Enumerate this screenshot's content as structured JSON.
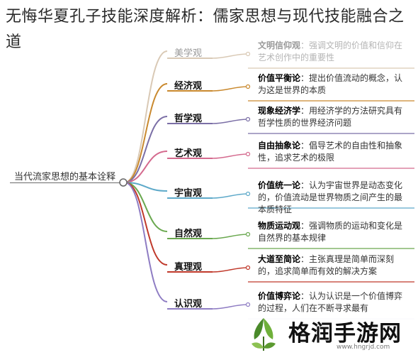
{
  "title": "无悔华夏孔子技能深度解析：儒家思想与现代技能融合之道",
  "root_label": "当代流家思想的基本诠释",
  "branches": [
    {
      "topic": "美学观",
      "key": "文明信仰观",
      "text": "：强调文明的价值和信仰在艺术创作中的重要性",
      "color": "#d9c9b5"
    },
    {
      "topic": "经济观",
      "key": "价值平衡论",
      "text": "：提出价值流动的概念，认为这是世界的本质",
      "color": "#c9892e"
    },
    {
      "topic": "哲学观",
      "key": "现象经济学",
      "text": "：用经济学的方法研究具有哲学性质的世界经济问题",
      "color": "#7b6fa6"
    },
    {
      "topic": "艺术观",
      "key": "自由抽象论",
      "text": "：倡导艺术的自由性和抽象性，追求艺术的极限",
      "color": "#d46a8e"
    },
    {
      "topic": "宇宙观",
      "key": "价值统一论",
      "text": "：认为宇宙世界是动态变化的，价值流动是世界物质之间产生的最本质特征",
      "color": "#5da9c9"
    },
    {
      "topic": "自然观",
      "key": "物质运动观",
      "text": "：强调物质的运动和变化是自然界的基本规律",
      "color": "#6aa84f"
    },
    {
      "topic": "真理观",
      "key": "大道至简论",
      "text": "：主张真理是简单而深刻的，追求简单而有效的解决方案",
      "color": "#c0392b"
    },
    {
      "topic": "认识观",
      "key": "价值博弈论",
      "text": "：认为认识是一个价值博弈的过程，人们在不断寻求最有",
      "color": "#8e7cc3"
    }
  ],
  "watermark": {
    "text": "格润手游网",
    "url": "www.hngrjd.com",
    "logo_color": "#4a8a2a"
  }
}
